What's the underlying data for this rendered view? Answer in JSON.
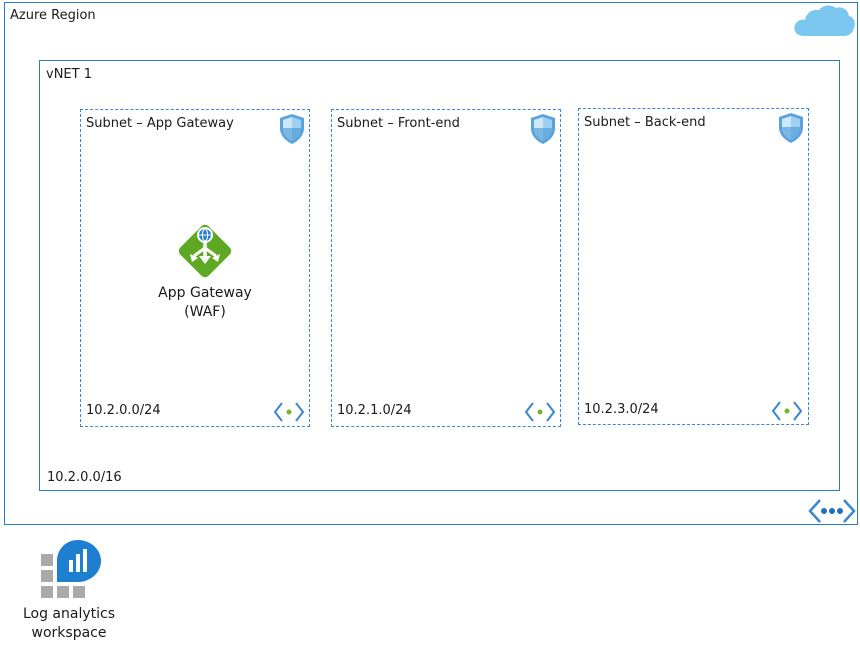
{
  "region": {
    "label": "Azure Region",
    "icon": "cloud-icon"
  },
  "vnet": {
    "label": "vNET 1",
    "cidr": "10.2.0.0/16",
    "icon": "virtual-network-icon"
  },
  "subnets": [
    {
      "label": "Subnet – App Gateway",
      "cidr": "10.2.0.0/24"
    },
    {
      "label": "Subnet – Front-end",
      "cidr": "10.2.1.0/24"
    },
    {
      "label": "Subnet – Back-end",
      "cidr": "10.2.3.0/24"
    }
  ],
  "app_gateway": {
    "line1": "App Gateway",
    "line2": "(WAF)",
    "icon": "application-gateway-icon"
  },
  "log_analytics": {
    "line1": "Log analytics",
    "line2": "workspace",
    "icon": "log-analytics-icon"
  },
  "colors": {
    "border": "#2c7bc7",
    "subnet_dash": "#3a86d1",
    "shield": "#5aa3dc",
    "gateway_green": "#5ea823",
    "cloud": "#7cc7ef"
  }
}
